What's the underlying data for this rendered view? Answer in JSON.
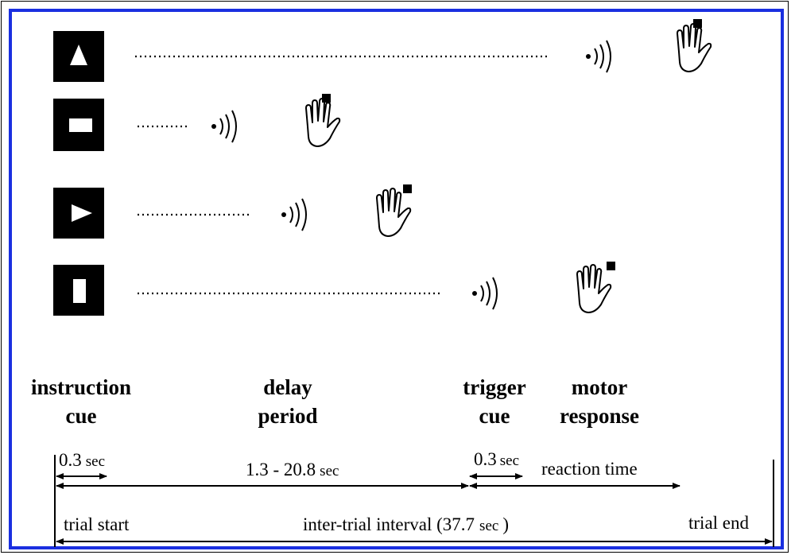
{
  "stages": {
    "instruction_cue": [
      "instruction",
      "cue"
    ],
    "delay_period": [
      "delay",
      "period"
    ],
    "trigger_cue": [
      "trigger",
      "cue"
    ],
    "motor_response": [
      "motor",
      "response"
    ]
  },
  "timing": {
    "cue_duration_value": "0.3",
    "cue_duration_unit": "sec",
    "delay_value": "1.3 - 20.8",
    "delay_unit": "sec",
    "trigger_duration_value": "0.3",
    "trigger_duration_unit": "sec",
    "reaction_time": "reaction time",
    "trial_start": "trial start",
    "iti_text": "inter-trial interval (37.7",
    "iti_unit": "sec",
    "iti_close": ")",
    "trial_end": "trial end"
  },
  "trials": [
    {
      "cue_shape": "triangle-up",
      "response": "hand-icon"
    },
    {
      "cue_shape": "rectangle-horizontal",
      "response": "hand-icon"
    },
    {
      "cue_shape": "triangle-right",
      "response": "hand-icon"
    },
    {
      "cue_shape": "rectangle-vertical",
      "response": "hand-icon"
    }
  ],
  "colors": {
    "border": "#1a2fe0",
    "ink": "#000000"
  }
}
